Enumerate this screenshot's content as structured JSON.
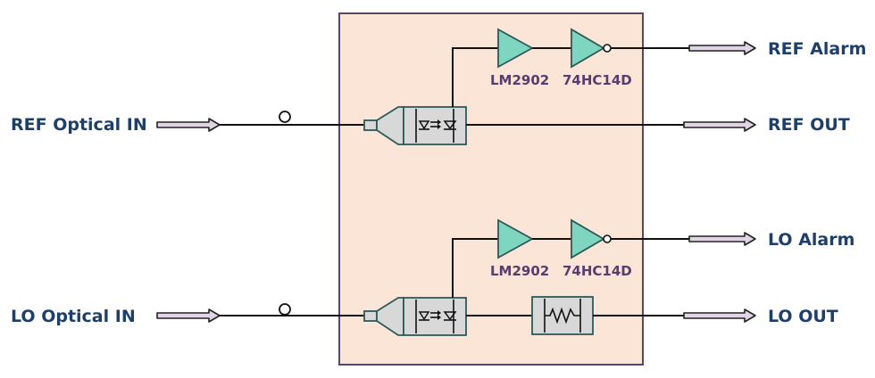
{
  "colors": {
    "module_fill": "#fbe5d6",
    "module_border": "#5b4570",
    "signal_label": "#1f3f6b",
    "chip_label": "#5a3c6e",
    "amplifier_fill": "#7fd6c0",
    "arrow_fill": "#e0d4e6",
    "component_fill": "#d8d8d8"
  },
  "inputs": {
    "ref_optical_in": "REF Optical IN",
    "lo_optical_in": "LO Optical IN"
  },
  "outputs": {
    "ref_alarm": "REF Alarm",
    "ref_out": "REF OUT",
    "lo_alarm": "LO Alarm",
    "lo_out": "LO OUT"
  },
  "chips": {
    "ref_comparator": "LM2902",
    "ref_inverter": "74HC14D",
    "lo_comparator": "LM2902",
    "lo_inverter": "74HC14D"
  },
  "icons": [
    "fiber-connector-icon",
    "photodiode-icon",
    "buffer-amplifier-icon",
    "inverter-icon",
    "resistor-icon",
    "signal-arrow-icon"
  ]
}
